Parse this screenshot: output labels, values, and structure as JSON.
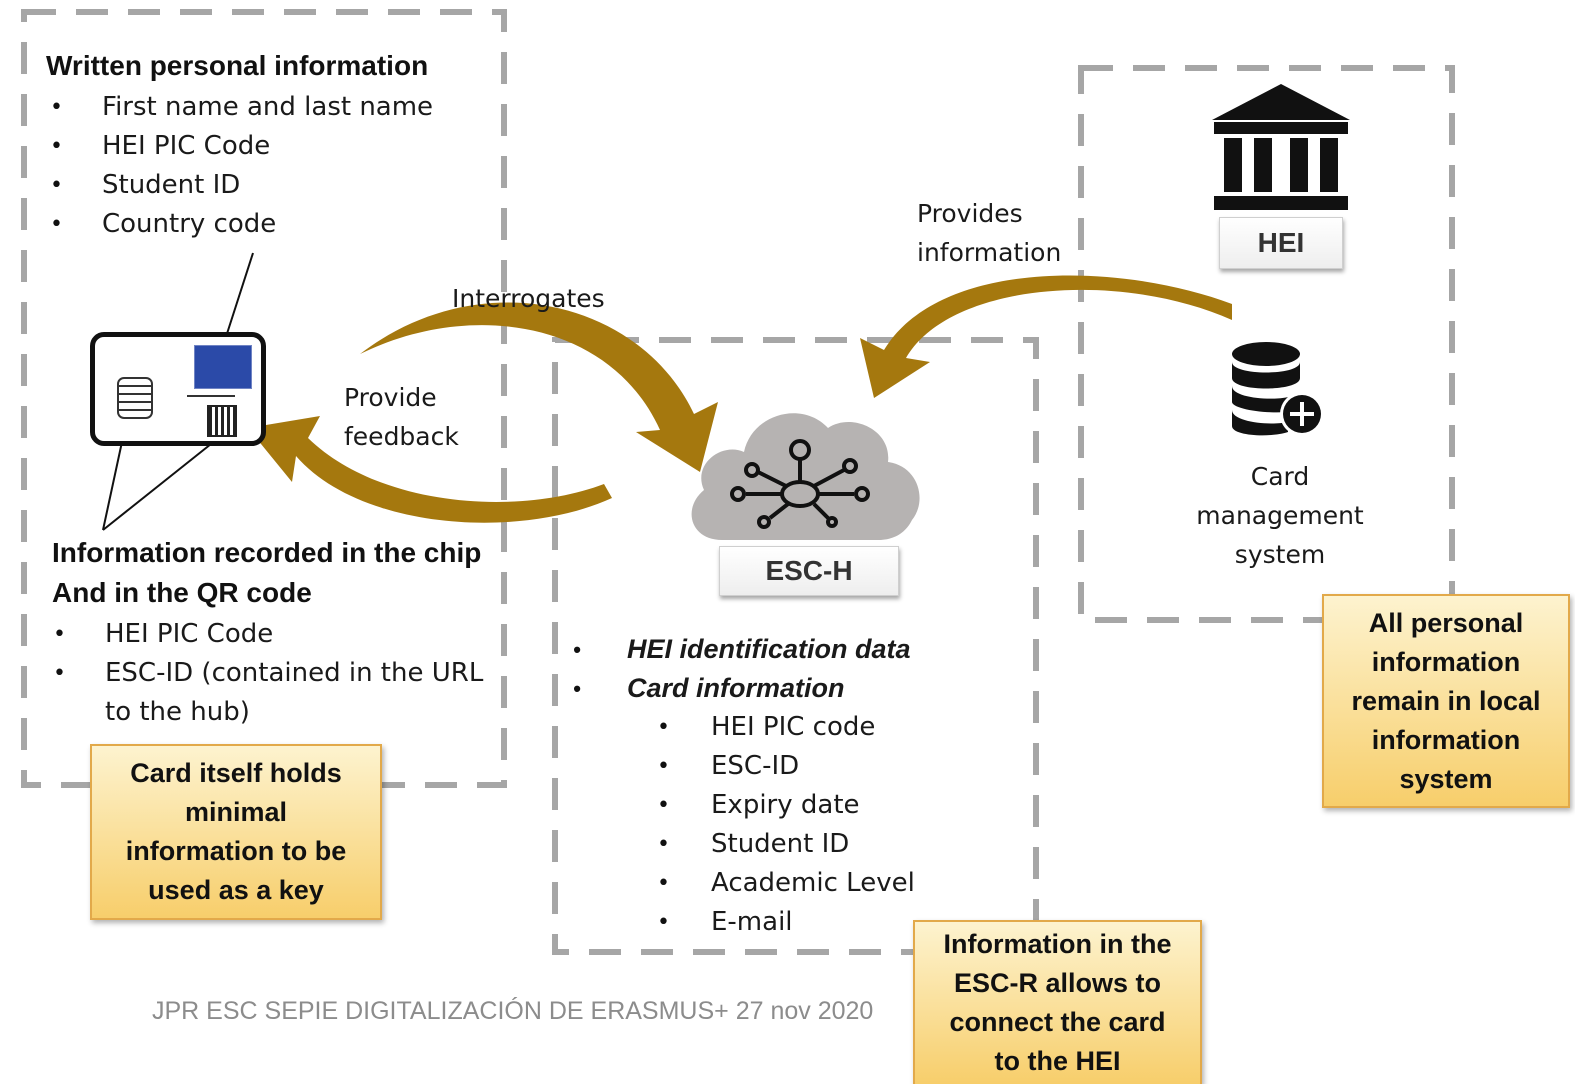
{
  "left_panel": {
    "heading": "Written personal information",
    "items": [
      "First name and last name",
      "HEI PIC Code",
      "Student ID",
      "Country code"
    ],
    "chip_heading_1": "Information recorded in the chip",
    "chip_heading_2": "And in the QR code",
    "chip_items": [
      "HEI PIC Code",
      "ESC-ID (contained in the URL to the hub)"
    ]
  },
  "arrows": {
    "interrogates": "Interrogates",
    "provide_feedback_1": "Provide",
    "provide_feedback_2": "feedback",
    "provides_information_1": "Provides",
    "provides_information_2": "information"
  },
  "esc_hub": {
    "tag": "ESC-H",
    "section_items": [
      "HEI identification  data",
      "Card information"
    ],
    "card_items": [
      "HEI PIC code",
      "ESC-ID",
      "Expiry date",
      "Student ID",
      "Academic Level",
      "E-mail"
    ]
  },
  "hei_panel": {
    "tag": "HEI",
    "system_label": [
      "Card",
      "management",
      "system"
    ]
  },
  "notes": {
    "card_note": [
      "Card itself holds",
      "minimal",
      "information to be",
      "used as a key"
    ],
    "personal_note": [
      "All personal",
      "information",
      "remain in local",
      "information",
      "system"
    ],
    "esc_note": [
      "Information in the",
      "ESC-R allows to",
      "connect the  card",
      "to the  HEI"
    ]
  },
  "footer": "JPR ESC SEPIE DIGITALIZACIÓN DE ERASMUS+ 27 nov 2020",
  "colors": {
    "arrow": "#a5780e",
    "dash": "#a6a6a6",
    "note_fill": "#f7ce6b",
    "note_border": "#e2a94a"
  }
}
